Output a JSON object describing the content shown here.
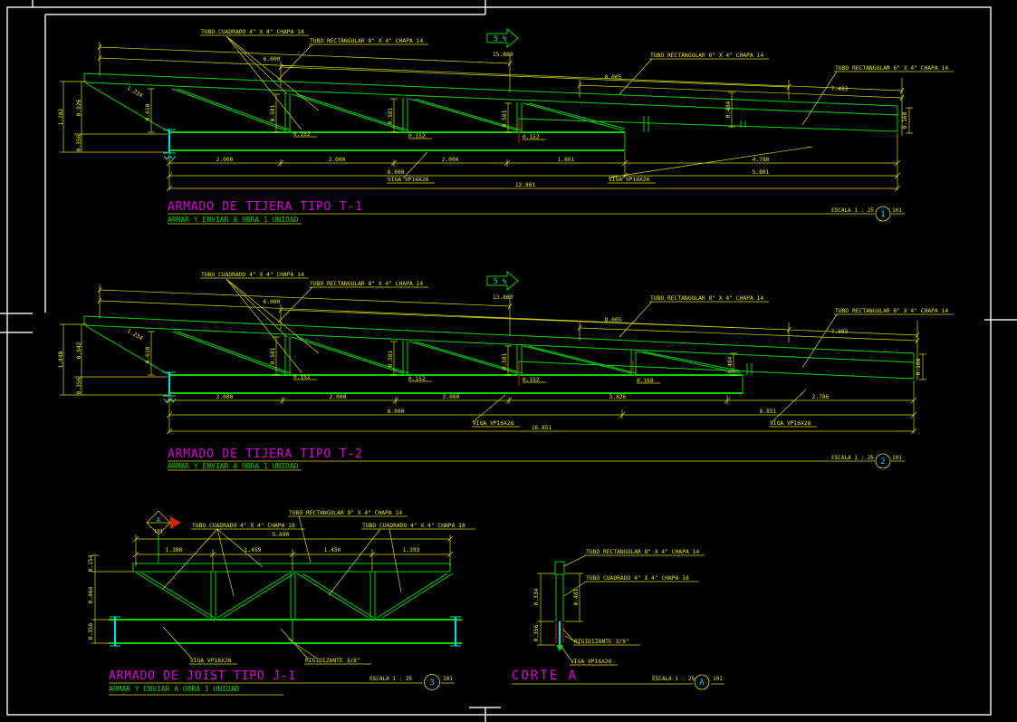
{
  "t1": {
    "title": "ARMADO DE TIJERA TIPO T-1",
    "subtitle": "ARMAR Y ENVIAR A OBRA 1 UNIDAD",
    "scale": "ESCALA 1 : 25",
    "bubble": "1",
    "sheet": "101",
    "slope": "5 %",
    "labels": {
      "cuadrado": "TUBO CUADRADO 4\" X 4\" CHAPA 14",
      "rect8a": "TUBO RECTANGULAR 8\" X 4\" CHAPA 14",
      "rect8b": "TUBO RECTANGULAR 8\" X 4\" CHAPA 14",
      "rect6": "TUBO RECTANGULAR 6\" X 4\" CHAPA 14",
      "viga1": "VIGA VP16X26",
      "viga2": "VIGA VP16X26"
    },
    "dims": {
      "d6000": "6.000",
      "dtotal_top": "15.863",
      "d8005": "8.005",
      "dright": "7.493",
      "left_total": "1.282",
      "left_upper": "0.926",
      "left_lower": "0.356",
      "taper": "0.610",
      "diag": "1.234",
      "web1": "0.581",
      "web2": "0.581",
      "web3": "0.581",
      "web4": "0.484",
      "gap1": "0.152",
      "gap2": "0.152",
      "gap3": "0.152",
      "end": "0.168",
      "b1": "2.000",
      "b2": "2.000",
      "b3": "2.000",
      "b4": "1.801",
      "b5": "4.788",
      "c1": "8.000",
      "c2": "5.801",
      "total": "12.861"
    }
  },
  "t2": {
    "title": "ARMADO DE TIJERA TIPO T-2",
    "subtitle": "ARMAR Y ENVIAR A OBRA 1 UNIDAD",
    "scale": "ESCALA 1 : 25",
    "bubble": "2",
    "sheet": "101",
    "slope": "5 %",
    "labels": {
      "cuadrado": "TUBO CUADRADO 4\" X 4\" CHAPA 14",
      "rect8a": "TUBO RECTANGULAR 8\" X 4\" CHAPA 14",
      "rect8b": "TUBO RECTANGULAR 8\" X 4\" CHAPA 14",
      "rect6": "TUBO RECTANGULAR 6\" X 4\" CHAPA 14",
      "viga1": "VIGA VP16X26",
      "viga2": "VIGA VP16X26"
    },
    "dims": {
      "d6000": "6.000",
      "dtotal_top": "13.863",
      "d8005": "8.005",
      "dright": "7.893",
      "left_total": "1.448",
      "left_upper": "0.942",
      "left_lower": "0.356",
      "taper": "0.610",
      "diag": "1.234",
      "web1": "0.581",
      "web2": "0.581",
      "web3": "0.581",
      "web4": "0.484",
      "gap1": "0.152",
      "gap2": "0.152",
      "gap3": "0.152",
      "gap4": "0.168",
      "end": "0.168",
      "b1": "2.000",
      "b2": "2.000",
      "b3": "2.000",
      "b4": "3.826",
      "b5": "2.786",
      "c1": "8.000",
      "c2": "8.851",
      "total": "16.851"
    }
  },
  "j1": {
    "title": "ARMADO DE JOIST TIPO J-1",
    "subtitle": "ARMAR Y ENVIAR A OBRA 1 UNIDAD",
    "scale": "ESCALA 1 : 25",
    "bubble": "3",
    "sheet": "101",
    "marker": {
      "letter": "A",
      "sheet": "101"
    },
    "labels": {
      "rect8": "TUBO RECTANGULAR 8\" X 4\" CHAPA 14",
      "cuad_l": "TUBO CUADRADO 4\" X 4\" CHAPA 18",
      "cuad_r": "TUBO CUADRADO 4\" X 4\" CHAPA 18",
      "viga": "VIGA VP16X26",
      "rigid": "RIGIDIZANTE 3/8\""
    },
    "dims": {
      "total": "5.690",
      "s1": "1.388",
      "s2": "1.459",
      "s3": "1.450",
      "s4": "1.393",
      "l1": "0.154",
      "l2": "0.464",
      "l3": "0.356"
    }
  },
  "corte": {
    "title": "CORTE A",
    "scale": "ESCALA 1 : 25",
    "bubble": "A",
    "sheet": "101",
    "labels": {
      "rect8": "TUBO RECTANGULAR 8\" X 4\" CHAPA 14",
      "cuad": "TUBO CUADRADO 4\" X 4\" CHAPA 18",
      "rigid": "RIGIDIZANTE 3/8\"",
      "viga": "VIGA VP16X26"
    },
    "dims": {
      "upper": "0.334",
      "lower": "0.356",
      "inner": "0.481"
    }
  }
}
